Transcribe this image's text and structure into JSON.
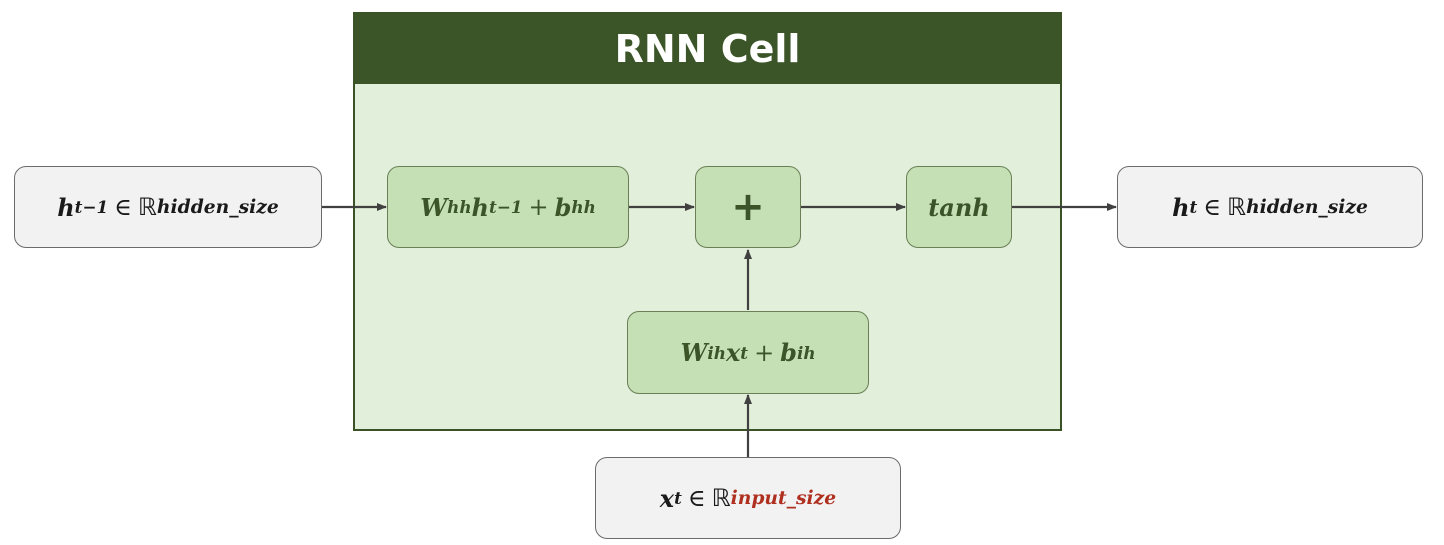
{
  "cell": {
    "title": "RNN Cell"
  },
  "input_hidden": {
    "var": "h",
    "sub": "t−1",
    "member": "∈",
    "space": "ℝ",
    "dim": "hidden_size"
  },
  "output_hidden": {
    "var": "h",
    "sub": "t",
    "member": "∈",
    "space": "ℝ",
    "dim": "hidden_size"
  },
  "input_x": {
    "var": "x",
    "sub": "t",
    "member": "∈",
    "space": "ℝ",
    "dim": "input_size"
  },
  "hidden_linear": {
    "weight": "W",
    "weight_sub": "hh",
    "var": "h",
    "var_sub": "t−1",
    "plus": "+",
    "bias": "b",
    "bias_sub": "hh"
  },
  "input_linear": {
    "weight": "W",
    "weight_sub": "ih",
    "var": "x",
    "var_sub": "t",
    "plus": "+",
    "bias": "b",
    "bias_sub": "ih"
  },
  "sum_node": {
    "label": "+"
  },
  "activation": {
    "label": "tanh"
  },
  "colors": {
    "header_bg": "#3b5528",
    "cell_bg": "#e2efda",
    "op_bg": "#c5e0b4",
    "io_bg": "#f2f2f2",
    "accent_red": "#b03020",
    "arrow": "#404040"
  }
}
